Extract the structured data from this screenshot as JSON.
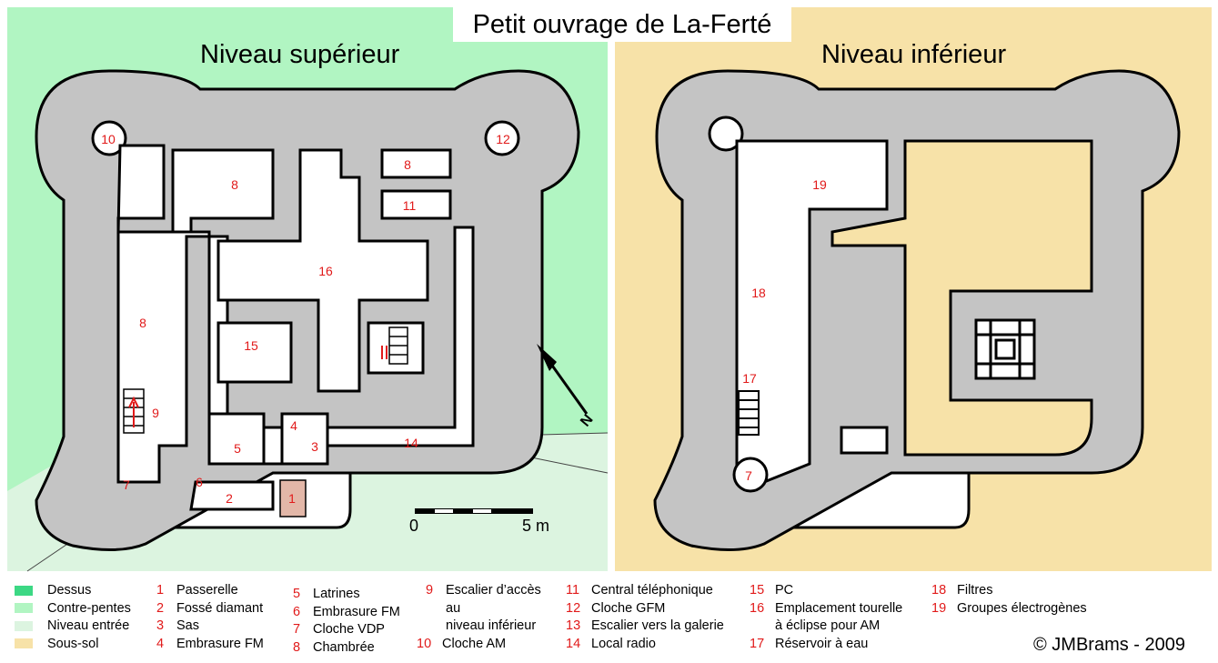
{
  "title": "Petit ouvrage de La-Ferté",
  "levels": {
    "upper": "Niveau supérieur",
    "lower": "Niveau  inférieur"
  },
  "colors": {
    "dessus": "#3cd884",
    "contre_pentes": "#b1f5c2",
    "niveau_entree": "#dcf4e0",
    "sous_sol": "#f7e2a8",
    "concrete": "#c4c4c4",
    "label": "#e11a1a"
  },
  "plan_labels_upper": [
    "10",
    "12",
    "8",
    "8",
    "11",
    "16",
    "8",
    "15",
    "9",
    "5",
    "4",
    "3",
    "14",
    "7",
    "6",
    "2",
    "1"
  ],
  "plan_labels_lower": [
    "19",
    "18",
    "17",
    "7"
  ],
  "scale": {
    "start": "0",
    "end": "5 m"
  },
  "north": "N",
  "legend": {
    "swatches": [
      {
        "label": "Dessus",
        "color": "#3cd884"
      },
      {
        "label": "Contre-pentes",
        "color": "#b1f5c2"
      },
      {
        "label": "Niveau entrée",
        "color": "#dcf4e0"
      },
      {
        "label": "Sous-sol",
        "color": "#f7e2a8"
      }
    ],
    "col1": [
      {
        "num": "1",
        "text": "Passerelle"
      },
      {
        "num": "2",
        "text": "Fossé diamant"
      },
      {
        "num": "3",
        "text": "Sas"
      },
      {
        "num": "4",
        "text": "Embrasure FM"
      }
    ],
    "col2": [
      {
        "num": "5",
        "text": "Latrines"
      },
      {
        "num": "6",
        "text": "Embrasure FM"
      },
      {
        "num": "7",
        "text": "Cloche VDP"
      },
      {
        "num": "8",
        "text": "Chambrée"
      }
    ],
    "col3": [
      {
        "num": "9",
        "text": "Escalier d’accès"
      },
      {
        "num": "",
        "text": "au"
      },
      {
        "num": "",
        "text": "niveau inférieur"
      },
      {
        "num": "10",
        "text": "Cloche AM"
      }
    ],
    "col4": [
      {
        "num": "11",
        "text": "Central téléphonique"
      },
      {
        "num": "12",
        "text": "Cloche GFM"
      },
      {
        "num": "13",
        "text": "Escalier vers la galerie"
      },
      {
        "num": "14",
        "text": "Local radio"
      }
    ],
    "col5": [
      {
        "num": "15",
        "text": "PC"
      },
      {
        "num": "16",
        "text": "Emplacement tourelle"
      },
      {
        "num": "",
        "text": "à éclipse pour AM"
      },
      {
        "num": "17",
        "text": "Réservoir à eau"
      }
    ],
    "col6": [
      {
        "num": "18",
        "text": "Filtres"
      },
      {
        "num": "19",
        "text": "Groupes électrogènes"
      }
    ]
  },
  "copyright": "© JMBrams - 2009"
}
